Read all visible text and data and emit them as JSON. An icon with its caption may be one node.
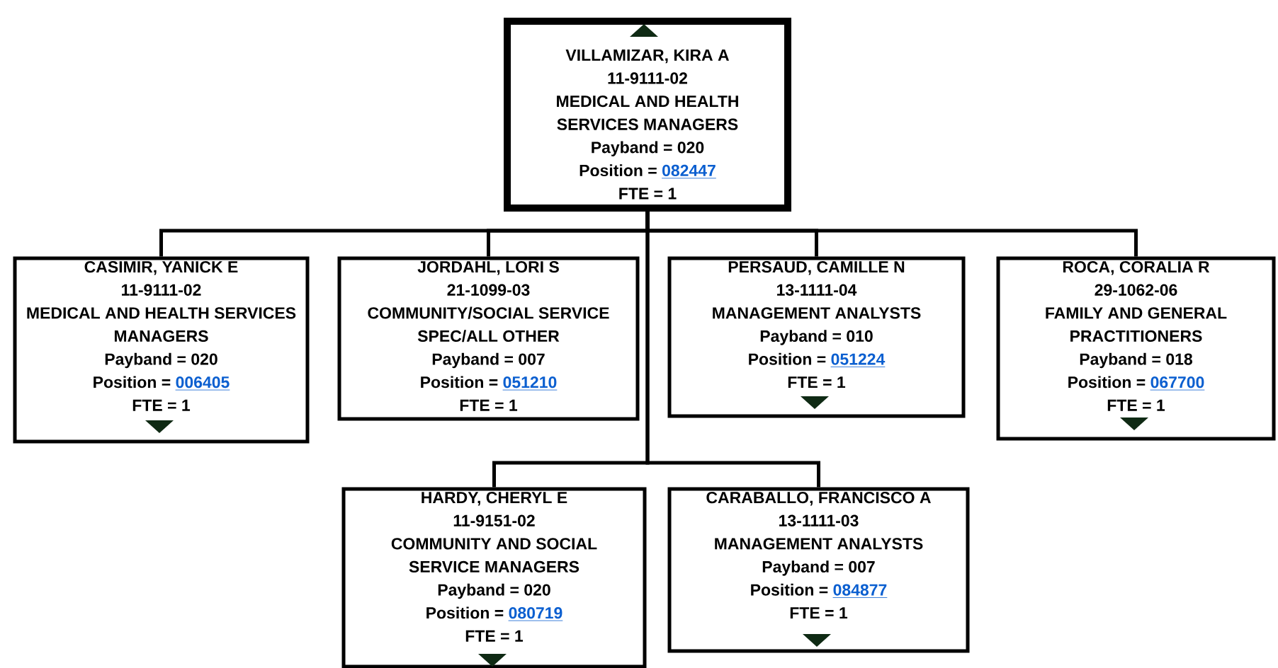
{
  "diagram": {
    "nodes": [
      {
        "text": [
          "VILLAMIZAR, KIRA A",
          "11-9111-02",
          "MEDICAL AND HEALTH SERVICES MANAGERS",
          "Payband = 020",
          "Position =",
          "082447",
          "FTE = 1"
        ]
      },
      {
        "text": [
          "CASIMIR, YANICK E",
          "11-9111-02",
          "MEDICAL AND HEALTH SERVICES MANAGERS",
          "Payband = 020",
          "Position =",
          "006405",
          "FTE = 1"
        ]
      },
      {
        "text": [
          "JORDAHL, LORI S",
          "21-1099-03",
          "COMMUNITY/SOCIAL SERVICE SPEC/ALL OTHER",
          "Payband = 007",
          "Position =",
          "051210",
          "FTE = 1"
        ]
      },
      {
        "text": [
          "PERSAUD, CAMILLE N",
          "13-1111-04",
          "MANAGEMENT ANALYSTS",
          "Payband = 010",
          "Position =",
          "051224",
          "FTE = 1"
        ]
      },
      {
        "text": [
          "ROCA, CORALIA R",
          "29-1062-06",
          "FAMILY AND GENERAL PRACTITIONERS",
          "Payband = 018",
          "Position =",
          "067700",
          "FTE = 1"
        ]
      },
      {
        "text": [
          "HARDY, CHERYL E",
          "11-9151-02",
          "COMMUNITY AND SOCIAL SERVICE MANAGERS",
          "Payband = 020",
          "Position =",
          "080719",
          "FTE = 1"
        ]
      },
      {
        "text": [
          "CARABALLO, FRANCISCO A",
          "13-1111-03",
          "MANAGEMENT ANALYSTS",
          "Payband = 007",
          "Position =",
          "084877",
          "FTE = 1"
        ]
      }
    ],
    "edges": [
      {
        "from": 0,
        "to": 1,
        "arrow": "none"
      },
      {
        "from": 0,
        "to": 2,
        "arrow": "none"
      },
      {
        "from": 0,
        "to": 3,
        "arrow": "none"
      },
      {
        "from": 0,
        "to": 4,
        "arrow": "none"
      },
      {
        "from": 0,
        "to": 5,
        "arrow": "none"
      },
      {
        "from": 0,
        "to": 6,
        "arrow": "none"
      }
    ]
  }
}
